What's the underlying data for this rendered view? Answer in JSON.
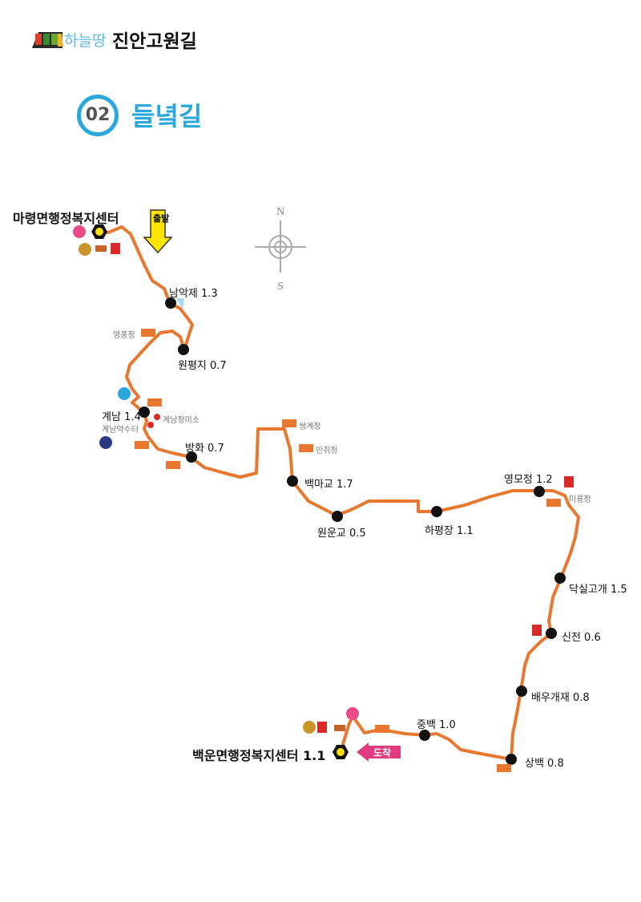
{
  "header": {
    "logo_sub": "하늘땅",
    "logo_main": "진안고원길",
    "course_number": "02",
    "course_name": "들녘길"
  },
  "compass": {
    "north": "N",
    "south": "S"
  },
  "start": {
    "name": "마령면행정복지센터",
    "arrow_label": "출발"
  },
  "end": {
    "name": "백운면행정복지센터 1.1",
    "arrow_label": "도착"
  },
  "waypoints": [
    "남악제 1.3",
    "원평지 0.7",
    "계남 1.4",
    "방화 0.7",
    "백마교 1.7",
    "원운교 0.5",
    "하평장 1.1",
    "영모정 1.2",
    "닥실고개 1.5",
    "신전 0.6",
    "배우개재 0.8",
    "상백 0.8",
    "중백 1.0"
  ],
  "landmarks": [
    "영풍정",
    "계남정미소",
    "계남약수터",
    "쌍계정",
    "만취정",
    "미룡정"
  ],
  "colors": {
    "route": "#e8782f",
    "title": "#2aa8dc"
  }
}
